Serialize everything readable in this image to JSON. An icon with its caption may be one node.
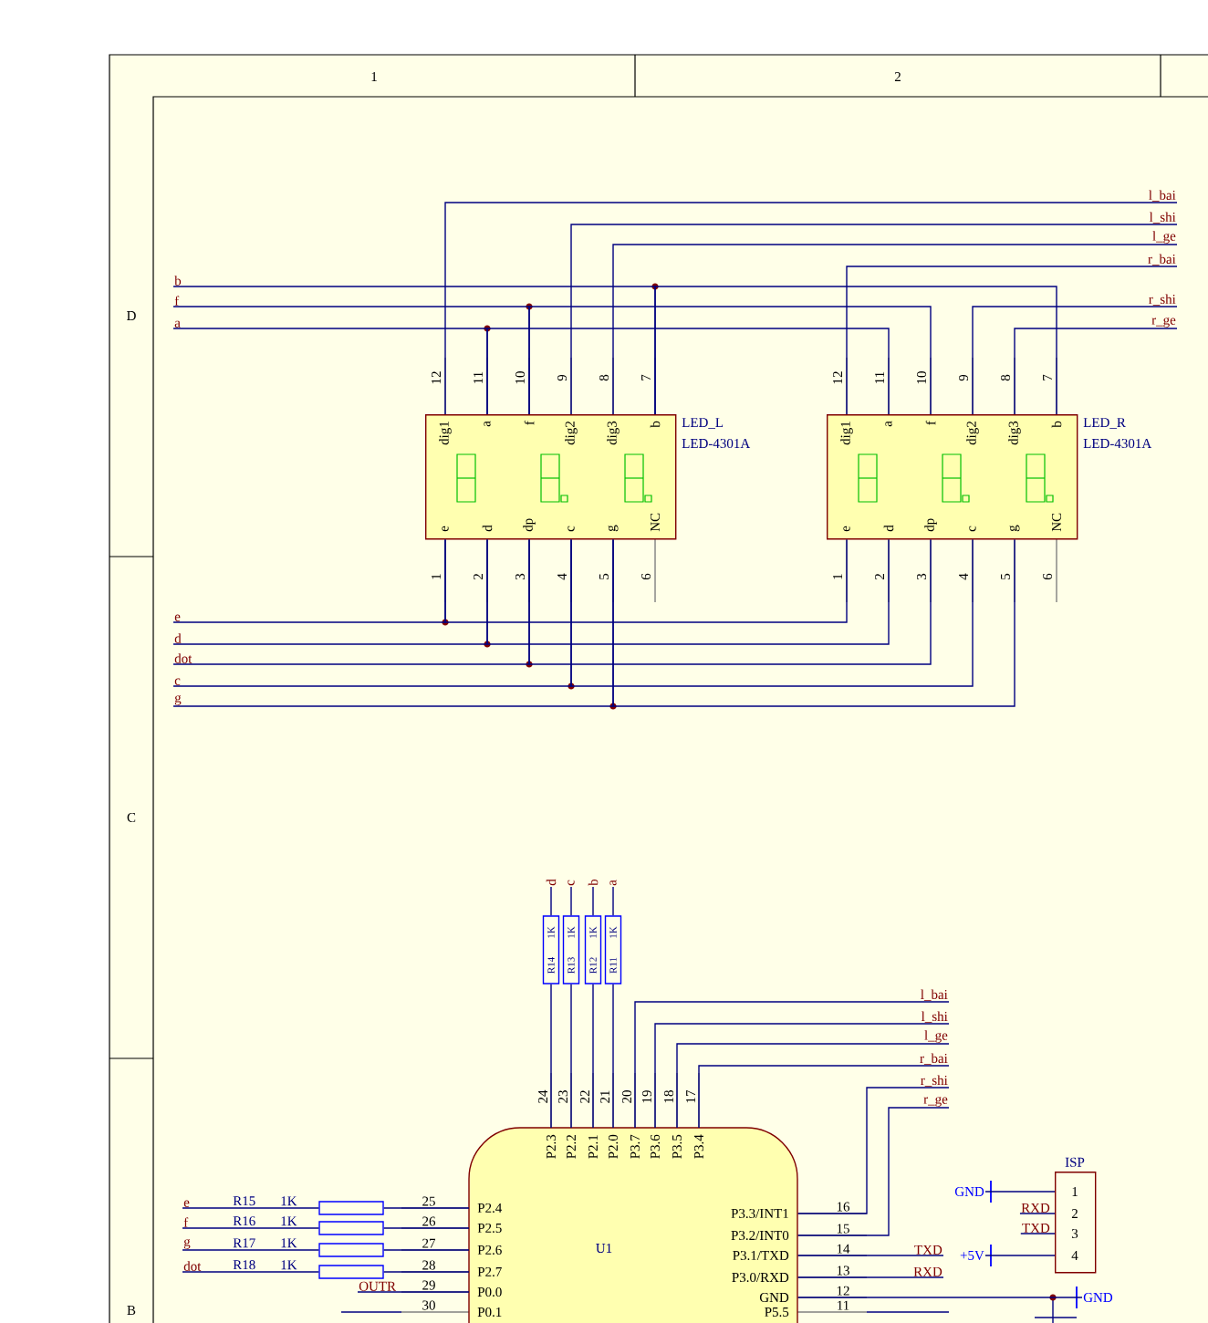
{
  "diagram": {
    "nodes": [
      {
        "text": [
          "LED_L",
          "LED-4301A",
          "dig1",
          "a",
          "f",
          "dig2",
          "dig3",
          "b",
          "e",
          "d",
          "dp",
          "c",
          "g",
          "NC"
        ],
        "beside": [
          "12",
          "11",
          "10",
          "9",
          "8",
          "7",
          "1",
          "2",
          "3",
          "4",
          "5",
          "6"
        ]
      },
      {
        "text": [
          "LED_R",
          "LED-4301A",
          "dig1",
          "a",
          "f",
          "dig2",
          "dig3",
          "b",
          "e",
          "d",
          "dp",
          "c",
          "g",
          "NC"
        ],
        "beside": [
          "12",
          "11",
          "10",
          "9",
          "8",
          "7",
          "1",
          "2",
          "3",
          "4",
          "5",
          "6"
        ]
      },
      {
        "text": [
          "R14",
          "1K"
        ]
      },
      {
        "text": [
          "R13",
          "1K"
        ]
      },
      {
        "text": [
          "R12",
          "1K"
        ]
      },
      {
        "text": [
          "R11",
          "1K"
        ]
      },
      {
        "text": [
          "R15",
          "1K"
        ]
      },
      {
        "text": [
          "R16",
          "1K"
        ]
      },
      {
        "text": [
          "R17",
          "1K"
        ]
      },
      {
        "text": [
          "R18",
          "1K"
        ]
      },
      {
        "text": [
          "U1",
          "P2.3",
          "P2.2",
          "P2.1",
          "P2.0",
          "P3.7",
          "P3.6",
          "P3.5",
          "P3.4",
          "P3.3/INT1",
          "P3.2/INT0",
          "P3.1/TXD",
          "P3.0/RXD",
          "GND",
          "P5.5",
          "P2.4",
          "P2.5",
          "P2.6",
          "P2.7",
          "P0.0",
          "P0.1"
        ],
        "beside": [
          "24",
          "23",
          "22",
          "21",
          "20",
          "19",
          "18",
          "17",
          "16",
          "15",
          "14",
          "13",
          "12",
          "11",
          "25",
          "26",
          "27",
          "28",
          "29",
          "30"
        ]
      },
      {
        "text": [
          "ISP",
          "1",
          "2",
          "3",
          "4"
        ]
      },
      {
        "text": [
          "l_bai"
        ]
      },
      {
        "text": [
          "l_shi"
        ]
      },
      {
        "text": [
          "l_ge"
        ]
      },
      {
        "text": [
          "r_bai"
        ]
      },
      {
        "text": [
          "b"
        ]
      },
      {
        "text": [
          "f"
        ]
      },
      {
        "text": [
          "r_shi"
        ]
      },
      {
        "text": [
          "a"
        ]
      },
      {
        "text": [
          "r_ge"
        ]
      },
      {
        "text": [
          "e"
        ]
      },
      {
        "text": [
          "d"
        ]
      },
      {
        "text": [
          "dot"
        ]
      },
      {
        "text": [
          "c"
        ]
      },
      {
        "text": [
          "g"
        ]
      },
      {
        "text": [
          "d"
        ]
      },
      {
        "text": [
          "c"
        ]
      },
      {
        "text": [
          "b"
        ]
      },
      {
        "text": [
          "a"
        ]
      },
      {
        "text": [
          "l_bai"
        ]
      },
      {
        "text": [
          "l_shi"
        ]
      },
      {
        "text": [
          "l_ge"
        ]
      },
      {
        "text": [
          "r_bai"
        ]
      },
      {
        "text": [
          "r_shi"
        ]
      },
      {
        "text": [
          "r_ge"
        ]
      },
      {
        "text": [
          "e"
        ]
      },
      {
        "text": [
          "f"
        ]
      },
      {
        "text": [
          "g"
        ]
      },
      {
        "text": [
          "dot"
        ]
      },
      {
        "text": [
          "OUTR"
        ]
      },
      {
        "text": [
          "TXD"
        ]
      },
      {
        "text": [
          "RXD"
        ]
      },
      {
        "text": [
          "GND"
        ]
      },
      {
        "text": [
          "GND"
        ]
      },
      {
        "text": [
          "RXD"
        ]
      },
      {
        "text": [
          "TXD"
        ]
      },
      {
        "text": [
          "+5V"
        ]
      }
    ],
    "edges": [
      {
        "from": 0,
        "to": 1,
        "arrow": "none"
      },
      {
        "from": 0,
        "to": 1,
        "arrow": "none"
      },
      {
        "from": 0,
        "to": 1,
        "arrow": "none"
      },
      {
        "from": 0,
        "to": 1,
        "arrow": "none"
      },
      {
        "from": 0,
        "to": 1,
        "arrow": "none"
      },
      {
        "from": 0,
        "to": 1,
        "arrow": "none"
      },
      {
        "from": 0,
        "to": 1,
        "arrow": "none"
      },
      {
        "from": 0,
        "to": 1,
        "arrow": "none"
      },
      {
        "from": 2,
        "to": 10,
        "arrow": "none"
      },
      {
        "from": 3,
        "to": 10,
        "arrow": "none"
      },
      {
        "from": 4,
        "to": 10,
        "arrow": "none"
      },
      {
        "from": 5,
        "to": 10,
        "arrow": "none"
      },
      {
        "from": 6,
        "to": 10,
        "arrow": "none"
      },
      {
        "from": 7,
        "to": 10,
        "arrow": "none"
      },
      {
        "from": 8,
        "to": 10,
        "arrow": "none"
      },
      {
        "from": 9,
        "to": 10,
        "arrow": "none"
      },
      {
        "from": 0,
        "to": 12,
        "arrow": "none"
      },
      {
        "from": 0,
        "to": 13,
        "arrow": "none"
      },
      {
        "from": 0,
        "to": 14,
        "arrow": "none"
      },
      {
        "from": 1,
        "to": 15,
        "arrow": "none"
      },
      {
        "from": 1,
        "to": 18,
        "arrow": "none"
      },
      {
        "from": 1,
        "to": 20,
        "arrow": "none"
      },
      {
        "from": 16,
        "to": 0,
        "arrow": "none"
      },
      {
        "from": 17,
        "to": 0,
        "arrow": "none"
      },
      {
        "from": 19,
        "to": 0,
        "arrow": "none"
      },
      {
        "from": 21,
        "to": 0,
        "arrow": "none"
      },
      {
        "from": 22,
        "to": 0,
        "arrow": "none"
      },
      {
        "from": 23,
        "to": 0,
        "arrow": "none"
      },
      {
        "from": 24,
        "to": 0,
        "arrow": "none"
      },
      {
        "from": 25,
        "to": 0,
        "arrow": "none"
      },
      {
        "from": 2,
        "to": 26,
        "arrow": "none"
      },
      {
        "from": 3,
        "to": 27,
        "arrow": "none"
      },
      {
        "from": 4,
        "to": 28,
        "arrow": "none"
      },
      {
        "from": 5,
        "to": 29,
        "arrow": "none"
      },
      {
        "from": 10,
        "to": 30,
        "arrow": "none"
      },
      {
        "from": 10,
        "to": 31,
        "arrow": "none"
      },
      {
        "from": 10,
        "to": 32,
        "arrow": "none"
      },
      {
        "from": 10,
        "to": 33,
        "arrow": "none"
      },
      {
        "from": 10,
        "to": 34,
        "arrow": "none"
      },
      {
        "from": 10,
        "to": 35,
        "arrow": "none"
      },
      {
        "from": 10,
        "to": 41,
        "arrow": "none"
      },
      {
        "from": 10,
        "to": 42,
        "arrow": "none"
      },
      {
        "from": 10,
        "to": 43,
        "arrow": "none"
      },
      {
        "from": 36,
        "to": 6,
        "arrow": "none"
      },
      {
        "from": 37,
        "to": 7,
        "arrow": "none"
      },
      {
        "from": 38,
        "to": 8,
        "arrow": "none"
      },
      {
        "from": 39,
        "to": 9,
        "arrow": "none"
      },
      {
        "from": 40,
        "to": 10,
        "arrow": "none"
      },
      {
        "from": 44,
        "to": 11,
        "arrow": "none"
      },
      {
        "from": 45,
        "to": 11,
        "arrow": "none"
      },
      {
        "from": 46,
        "to": 11,
        "arrow": "none"
      },
      {
        "from": 47,
        "to": 11,
        "arrow": "none"
      }
    ],
    "labels": [
      "1",
      "2",
      "D",
      "C",
      "B"
    ]
  }
}
